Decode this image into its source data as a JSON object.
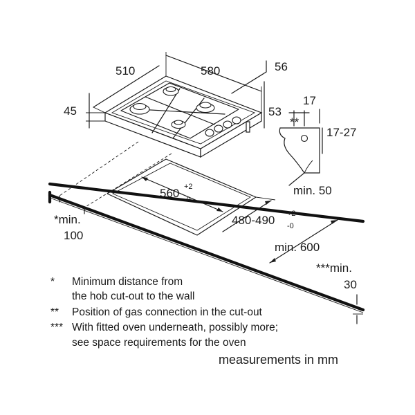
{
  "dimensions": {
    "hob_depth": "510",
    "hob_width": "580",
    "hob_height": "45",
    "top_offset": "56",
    "side_offset": "53",
    "connection_offset": "17",
    "connection_range": "17-27",
    "wall_clearance": "min. 50",
    "cutout_width_base": "560",
    "cutout_width_tol_plus": "+2",
    "cutout_width_tol_minus": "-0",
    "cutout_depth_base": "480-490",
    "cutout_depth_tol_plus": "+2",
    "cutout_depth_tol_minus": "-0",
    "worktop_depth": "min. 600",
    "side_min_line1": "*min.",
    "side_min_line2": "100",
    "oven_min_line1": "***min.",
    "oven_min_line2": "30",
    "gas_marker": "**"
  },
  "notes": [
    {
      "mark": "*",
      "line1": "Minimum distance from",
      "line2": "the hob cut-out to the wall"
    },
    {
      "mark": "**",
      "line1": "Position of gas connection in the cut-out",
      "line2": ""
    },
    {
      "mark": "***",
      "line1": "With fitted oven underneath, possibly more;",
      "line2": "see space requirements for the oven"
    }
  ],
  "units_note": "measurements in mm",
  "colors": {
    "line": "#1a1a1a",
    "background": "#ffffff"
  }
}
